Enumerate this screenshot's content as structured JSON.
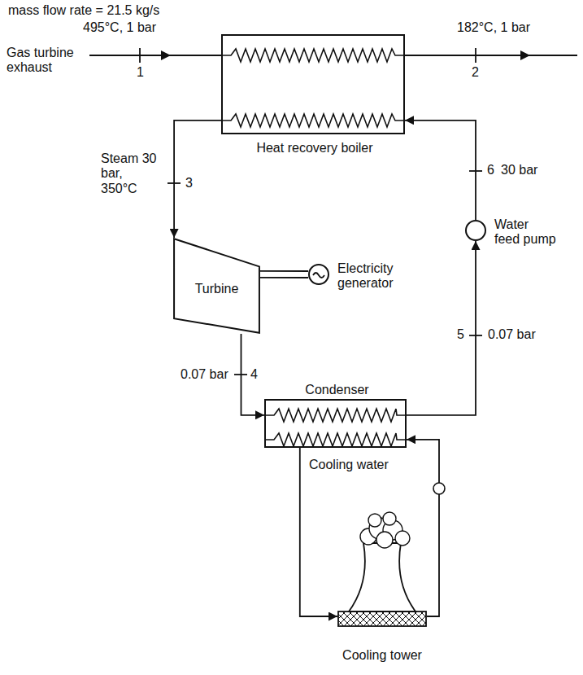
{
  "diagram": {
    "nodes": [
      {
        "text": [
          "Heat recovery boiler"
        ]
      },
      {
        "text": [
          "Turbine"
        ]
      },
      {
        "text": [
          "Electricity generator"
        ]
      },
      {
        "text": [
          "Water feed pump"
        ]
      },
      {
        "text": [
          "Condenser"
        ]
      },
      {
        "text": [
          "Cooling tower"
        ]
      }
    ],
    "edges": [
      {
        "from": 0,
        "to": 1,
        "arrow": "to"
      },
      {
        "from": 1,
        "to": 4,
        "arrow": "to"
      },
      {
        "from": 1,
        "to": 2,
        "arrow": "none"
      },
      {
        "from": 4,
        "to": 3,
        "arrow": "to"
      },
      {
        "from": 3,
        "to": 0,
        "arrow": "to"
      },
      {
        "from": 4,
        "to": 5,
        "arrow": "to"
      },
      {
        "from": 5,
        "to": 4,
        "arrow": "to"
      }
    ],
    "labels": [
      "mass flow rate = 21.5 kg/s",
      "495°C, 1 bar",
      "Gas turbine exhaust",
      "1",
      "182°C, 1 bar",
      "2",
      "Steam 30 bar, 350°C",
      "3",
      "6",
      "30 bar",
      "0.07 bar",
      "4",
      "5",
      "0.07 bar",
      "Cooling water"
    ]
  }
}
